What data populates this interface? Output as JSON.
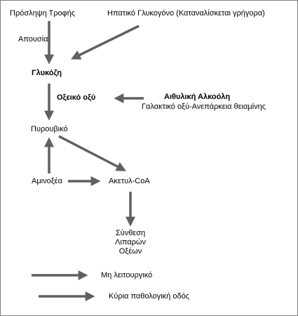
{
  "nodes": {
    "food_intake": "Πρόσληψη Τροφής",
    "hepatic_glycogen": "Ηπατικό Γλυκογόνο (Καταναλίσκεται γρήγορα)",
    "absence": "Απουσία",
    "glucose": "Γλυκόζη",
    "lactic_acid": "Οξεικό οξύ",
    "ethyl_alcohol": "Αιθυλική Αλκοόλη",
    "ethyl_alcohol_sub": "Γαλακτικό οξύ-Ανεπάρκεια θειαμίνης",
    "pyruvate": "Πυρουβικό",
    "amino_acids": "Αμινοξέα",
    "acetyl_coa": "Ακετυλ-CoA",
    "fatty_acid_synthesis": [
      "Σύνθεση",
      "Λιπαρών",
      "Οξέων"
    ]
  },
  "legend": {
    "non_functional": "Μη λειτουργικό",
    "main_pathological_route": "Κύρια παθολογική οδός"
  },
  "colors": {
    "arrow": "#606060",
    "border": "#7f7f7f",
    "text": "#000000"
  }
}
